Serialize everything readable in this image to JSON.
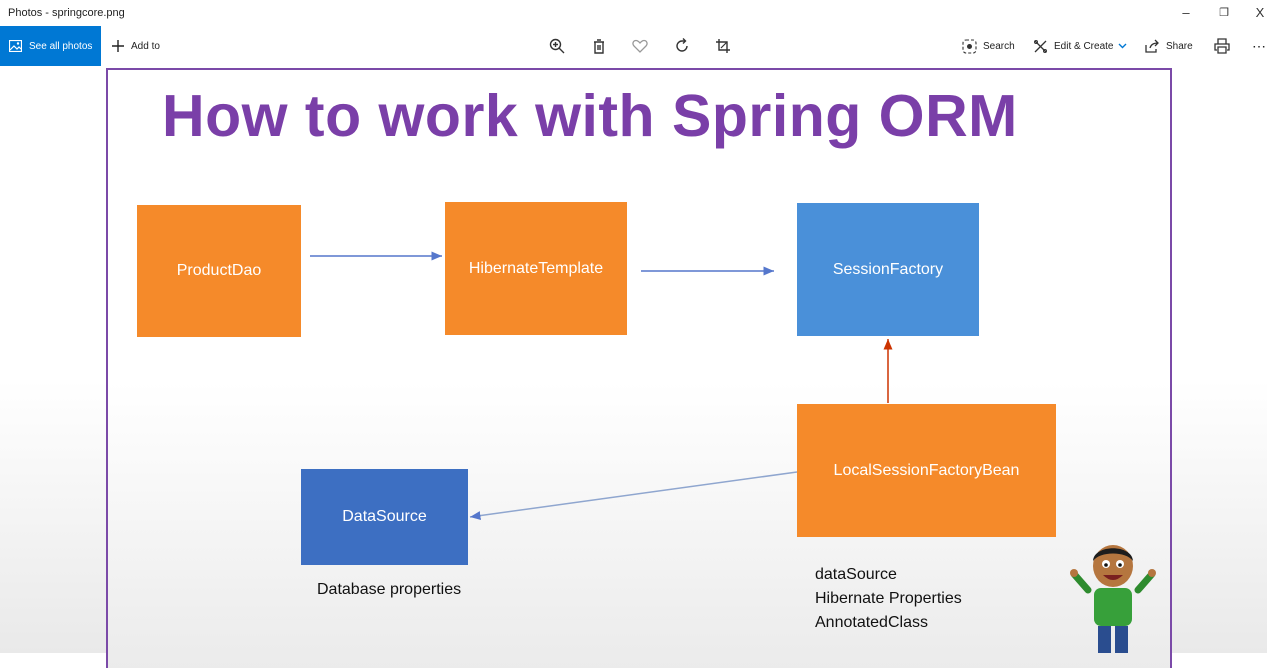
{
  "window": {
    "title": "Photos - springcore.png",
    "controls": {
      "minimize": "–",
      "maximize": "❐",
      "close": "X"
    }
  },
  "toolbar": {
    "see_all": "See all photos",
    "add_to": "Add to",
    "search": "Search",
    "edit_create": "Edit & Create",
    "share": "Share",
    "more": "⋯",
    "icons": [
      "zoom-icon",
      "delete-icon",
      "favorite-icon",
      "rotate-icon",
      "crop-icon",
      "print-icon"
    ]
  },
  "slide": {
    "title": "How to work with Spring ORM",
    "boxes": {
      "product_dao": "ProductDao",
      "hibernate_template": "HibernateTemplate",
      "session_factory": "SessionFactory",
      "local_session_factory_bean": "LocalSessionFactoryBean",
      "data_source": "DataSource"
    },
    "notes": {
      "database_properties": "Database properties",
      "bean_props": [
        "dataSource",
        "Hibernate Properties",
        "AnnotatedClass"
      ]
    }
  },
  "colors": {
    "accent": "#0078d4",
    "title": "#7a3fa8",
    "orange_box": "#f58a2a",
    "blue_box": "#4a90d9",
    "dark_blue_box": "#3d6fc2",
    "arrow_blue": "#5577cc",
    "arrow_red": "#cc3300"
  }
}
